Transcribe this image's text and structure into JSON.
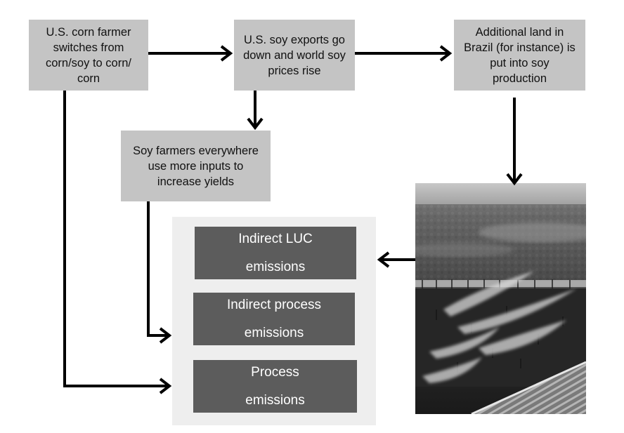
{
  "nodes": {
    "corn_switch": "U.S. corn farmer switches from corn/soy to corn/ corn",
    "soy_exports": "U.S. soy exports go down and world soy prices rise",
    "brazil_land": "Additional land in Brazil (for instance) is put into soy production",
    "soy_inputs": "Soy farmers everywhere use more inputs to increase yields"
  },
  "emissions": {
    "indirect_luc": "Indirect LUC emissions",
    "indirect_process": "Indirect process emissions",
    "process": "Process emissions"
  },
  "colors": {
    "light_box": "#c4c4c4",
    "dark_box": "#5c5c5c",
    "panel": "#eeeeee",
    "arrow": "#000000"
  },
  "image": {
    "subject": "aerial view of burning forest cleared for cropland"
  }
}
